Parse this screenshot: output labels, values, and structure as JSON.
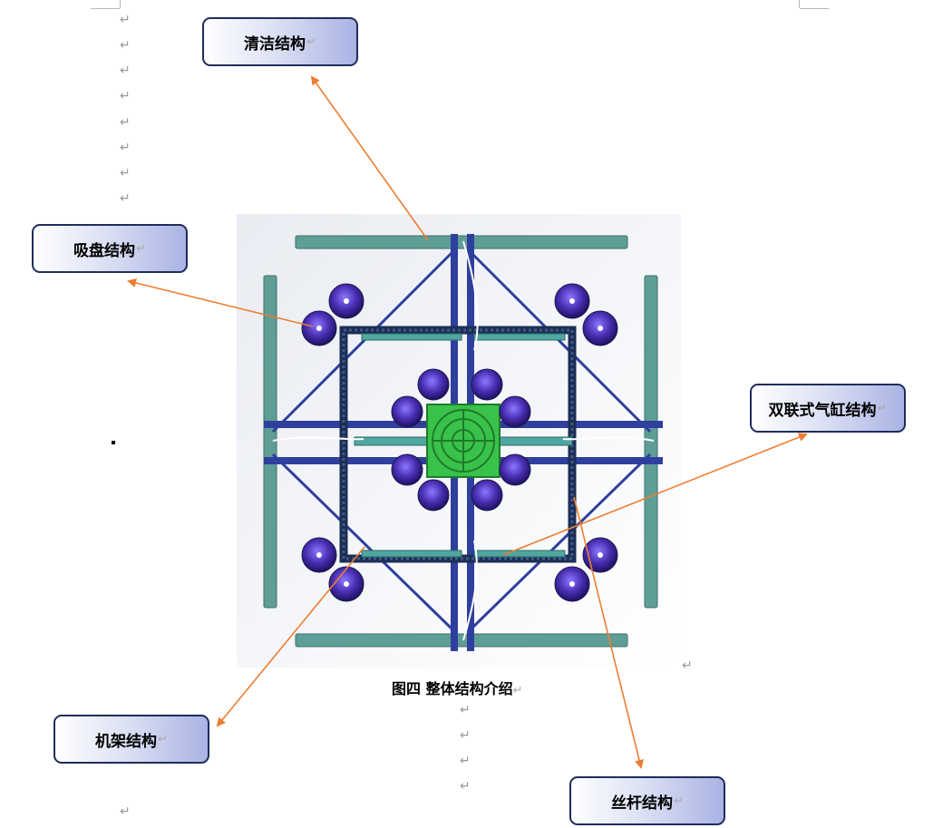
{
  "document": {
    "paragraph_mark": "↵",
    "caption": "图四  整体结构介绍",
    "callouts": [
      {
        "key": "cleaning",
        "label": "清洁结构"
      },
      {
        "key": "suction",
        "label": "吸盘结构"
      },
      {
        "key": "cylinder",
        "label": "双联式气缸结构"
      },
      {
        "key": "frame",
        "label": "机架结构"
      },
      {
        "key": "screw",
        "label": "丝杆结构"
      }
    ]
  },
  "colors": {
    "arrow": "#ed7d31",
    "callout_border": "#1f2d5c",
    "callout_gradient_end": "#aab3e4",
    "frame_blue": "#2e3f9e",
    "bar_teal": "#5f9e97",
    "center_green": "#39c24a",
    "suction_purple": "#4a2fb3"
  },
  "icons": {
    "paragraph_mark": "return-arrow-icon",
    "caption_image": "cleaning-robot-render"
  }
}
